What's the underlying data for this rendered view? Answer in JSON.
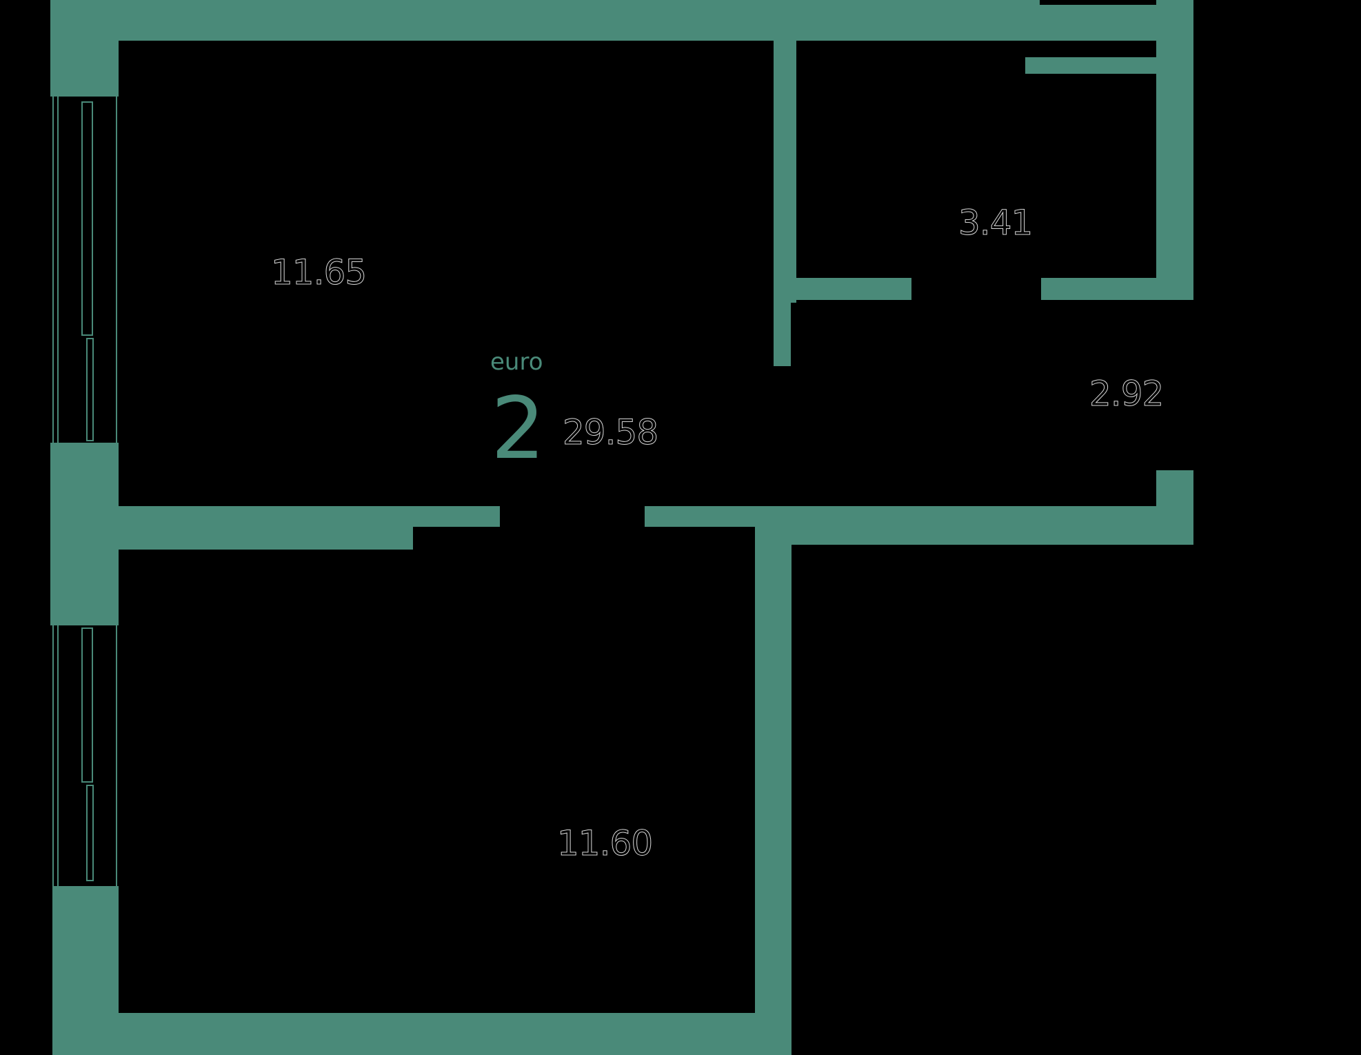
{
  "plan": {
    "type_label": "euro",
    "room_count": "2",
    "total_area": "29.58",
    "accent_color": "#4a8a79",
    "background_color": "#000000",
    "rooms": [
      {
        "name": "room-upper-left",
        "area": "11.65"
      },
      {
        "name": "bathroom",
        "area": "3.41"
      },
      {
        "name": "hallway",
        "area": "2.92"
      },
      {
        "name": "room-lower-left",
        "area": "11.60"
      }
    ]
  }
}
